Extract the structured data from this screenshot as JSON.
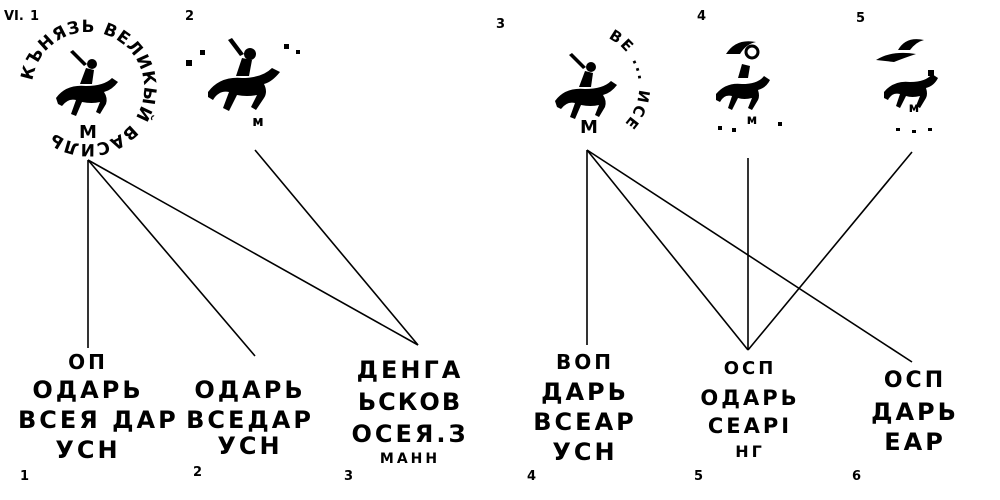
{
  "plate_label": "VI.",
  "top": [
    {
      "num": "1",
      "legend": "КЪНЯЗЬ ВЕЛИКЫЙ ВАСИЛЬ",
      "monogram": "M"
    },
    {
      "num": "2",
      "legend": "",
      "monogram": "м"
    },
    {
      "num": "3",
      "legend": "ВЕ ... ИСЕ",
      "monogram": "M"
    },
    {
      "num": "4",
      "legend": "",
      "monogram": "м"
    },
    {
      "num": "5",
      "legend": "",
      "monogram": "м"
    }
  ],
  "bottom": [
    {
      "num": "1",
      "lines": [
        "ОП",
        "ОДАРЬ",
        "ВСЕЯ ДАР",
        "УСН"
      ]
    },
    {
      "num": "2",
      "lines": [
        "ОДАРЬ",
        "ВСЕДАР",
        "УСН"
      ]
    },
    {
      "num": "3",
      "lines": [
        "ДЕНГА",
        "ЬСКОВ",
        "ОСЕЯ.З",
        "МАНН"
      ]
    },
    {
      "num": "4",
      "lines": [
        "ВОП",
        "ДАРЬ",
        "ВСЕАР",
        "УСН"
      ]
    },
    {
      "num": "5",
      "lines": [
        "ОСП",
        "ОДАРЬ",
        "СЕАРІ",
        "НГ"
      ]
    },
    {
      "num": "6",
      "lines": [
        "ОСП",
        "ДАРЬ",
        "ЕАР"
      ]
    }
  ]
}
